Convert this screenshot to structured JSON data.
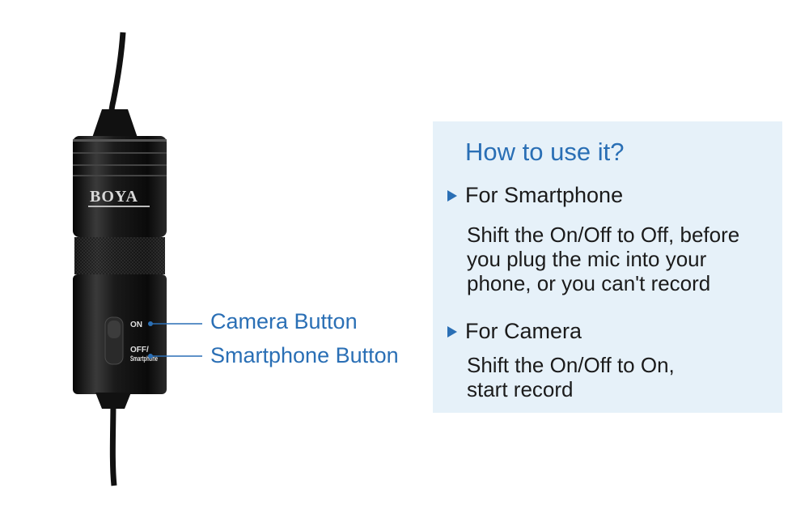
{
  "device": {
    "brand": "BOYA",
    "switch_on_label": "ON",
    "switch_off_label_line1": "OFF/",
    "switch_off_label_line2": "Smartphone"
  },
  "callouts": {
    "camera_button": "Camera Button",
    "smartphone_button": "Smartphone Button"
  },
  "panel": {
    "title": "How to use it?",
    "sections": [
      {
        "heading": "For Smartphone",
        "lines": [
          "Shift the On/Off to Off, before",
          "you plug the mic into your",
          "phone, or you can't record"
        ]
      },
      {
        "heading": "For Camera",
        "lines": [
          "Shift the On/Off to On,",
          "start record"
        ]
      }
    ]
  },
  "colors": {
    "accent": "#2a6fb5",
    "panel_bg": "#e6f1f9",
    "body_text": "#1b1b1b"
  }
}
